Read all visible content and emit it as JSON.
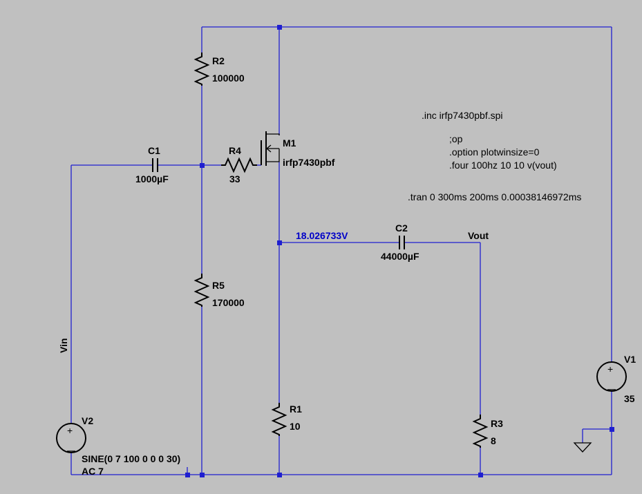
{
  "components": {
    "R2": {
      "ref": "R2",
      "value": "100000"
    },
    "R4": {
      "ref": "R4",
      "value": "33"
    },
    "R5": {
      "ref": "R5",
      "value": "170000"
    },
    "R1": {
      "ref": "R1",
      "value": "10"
    },
    "R3": {
      "ref": "R3",
      "value": "8"
    },
    "C1": {
      "ref": "C1",
      "value": "1000µF"
    },
    "C2": {
      "ref": "C2",
      "value": "44000µF"
    },
    "M1": {
      "ref": "M1",
      "value": "irfp7430pbf"
    },
    "V1": {
      "ref": "V1",
      "value": "35"
    },
    "V2": {
      "ref": "V2",
      "value": "SINE(0 7 100 0 0 0 30)",
      "ac": "AC 7"
    }
  },
  "nets": {
    "vin": "Vin",
    "vout": "Vout"
  },
  "op_point": "18.026733V",
  "directives": {
    "inc": ".inc irfp7430pbf.spi",
    "op": ";op",
    "option": ".option plotwinsize=0",
    "four": ".four 100hz 10 10 v(vout)",
    "tran": ".tran 0 300ms 200ms 0.00038146972ms"
  },
  "colors": {
    "background": "#c0c0c0",
    "wire": "#1f1fd0",
    "component": "#000000",
    "op_label": "#0000c8"
  }
}
